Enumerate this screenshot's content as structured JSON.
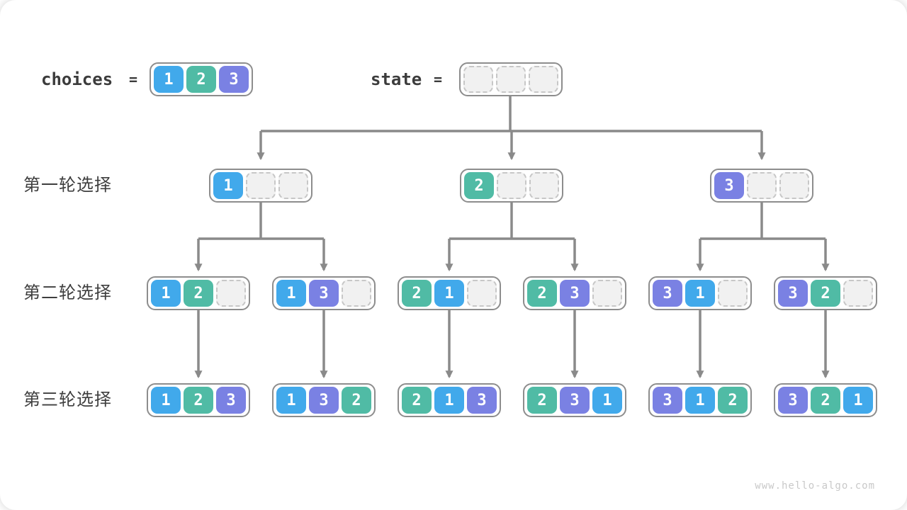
{
  "colors": {
    "1": "#41a9eb",
    "2": "#50bba5",
    "3": "#7a81e3"
  },
  "connector_color": "#8a8a8a",
  "header": {
    "choices_label": "choices",
    "equals": "=",
    "choices_values": [
      1,
      2,
      3
    ],
    "state_label": "state",
    "state_slots": 3
  },
  "rows": [
    {
      "label": "第一轮选择",
      "nodes": [
        [
          1,
          null,
          null
        ],
        [
          2,
          null,
          null
        ],
        [
          3,
          null,
          null
        ]
      ]
    },
    {
      "label": "第二轮选择",
      "nodes": [
        [
          1,
          2,
          null
        ],
        [
          1,
          3,
          null
        ],
        [
          2,
          1,
          null
        ],
        [
          2,
          3,
          null
        ],
        [
          3,
          1,
          null
        ],
        [
          3,
          2,
          null
        ]
      ]
    },
    {
      "label": "第三轮选择",
      "nodes": [
        [
          1,
          2,
          3
        ],
        [
          1,
          3,
          2
        ],
        [
          2,
          1,
          3
        ],
        [
          2,
          3,
          1
        ],
        [
          3,
          1,
          2
        ],
        [
          3,
          2,
          1
        ]
      ]
    }
  ],
  "watermark": "www.hello-algo.com"
}
